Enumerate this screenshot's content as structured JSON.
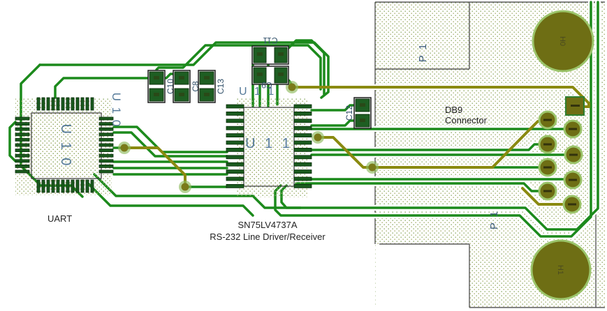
{
  "annotations": {
    "uart": "UART",
    "part_number": "SN75LV4737A",
    "part_desc": "RS-232 Line Driver/Receiver",
    "db9_line1": "DB9",
    "db9_line2": "Connector"
  },
  "components": {
    "u10": {
      "designator": "U10",
      "silk": "U 1 0",
      "label": "U 1 0"
    },
    "u11": {
      "designator": "U11",
      "silk": "U 1 1",
      "label": "U 1 1"
    },
    "c8": {
      "designator": "C8"
    },
    "c9": {
      "designator": "C9"
    },
    "c10": {
      "designator": "C10"
    },
    "c11": {
      "designator": "C11"
    },
    "c12": {
      "designator": "C12"
    },
    "c13": {
      "designator": "C13"
    },
    "p1_top": {
      "designator": "P 1"
    },
    "p1_bottom": {
      "designator": "P 1"
    },
    "h0": {
      "designator": "H0"
    },
    "h1": {
      "designator": "H1"
    }
  },
  "colors": {
    "trace_top_layer": "#1c8a1c",
    "trace_bottom_layer": "#8a8a10",
    "pad_olive": "#6e6e14",
    "pad_ring": "#9bc46a",
    "chip_pad_green": "#1a5a1e",
    "silkscreen_blue": "#557a99",
    "outline_gray": "#5a5a5a",
    "background": "#ffffff"
  }
}
